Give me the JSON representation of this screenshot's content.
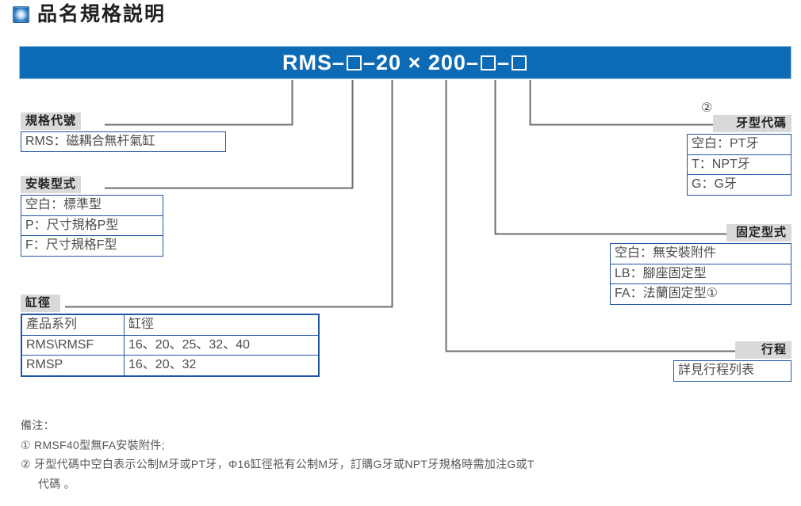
{
  "page": {
    "title": "品名規格説明",
    "title_icon": "blue-square-bullet-icon"
  },
  "model_bar": {
    "prefix": "RMS",
    "dash1": "–",
    "bore": "20",
    "times": "×",
    "stroke": "200",
    "dash2": "–",
    "dash3": "–",
    "full_code": "RMS–□–20 × 200–□–□",
    "bg_color": "#0d6ab4"
  },
  "blocks": {
    "spec_code": {
      "caption": "規格代號",
      "options": [
        "RMS：磁耦合無杆氣缸"
      ]
    },
    "mounting_type": {
      "caption": "安裝型式",
      "options": [
        "空白：標準型",
        "P：尺寸規格P型",
        "F：尺寸規格F型"
      ]
    },
    "bore": {
      "caption": "缸徑",
      "headers": [
        "產品系列",
        "缸徑"
      ],
      "rows": [
        [
          "RMS\\RMSF",
          "16、20、25、32、40"
        ],
        [
          "RMSP",
          "16、20、32"
        ]
      ]
    },
    "thread_code": {
      "caption": "牙型代碼",
      "marker": "②",
      "options": [
        "空白：PT牙",
        "T：NPT牙",
        "G：G牙"
      ]
    },
    "fixing_type": {
      "caption": "固定型式",
      "options": [
        "空白：無安裝附件",
        "LB：腳座固定型",
        "FA：法蘭固定型①"
      ]
    },
    "stroke": {
      "caption": "行程",
      "options": [
        "詳見行程列表"
      ]
    }
  },
  "notes": {
    "heading": "備注：",
    "items": [
      "① RMSF40型無FA安裝附件;",
      "② 牙型代碼中空白表示公制M牙或PT牙，Φ16缸徑祇有公制M牙，訂購G牙或NPT牙規格時需加注G或T",
      "代碼 。"
    ]
  }
}
